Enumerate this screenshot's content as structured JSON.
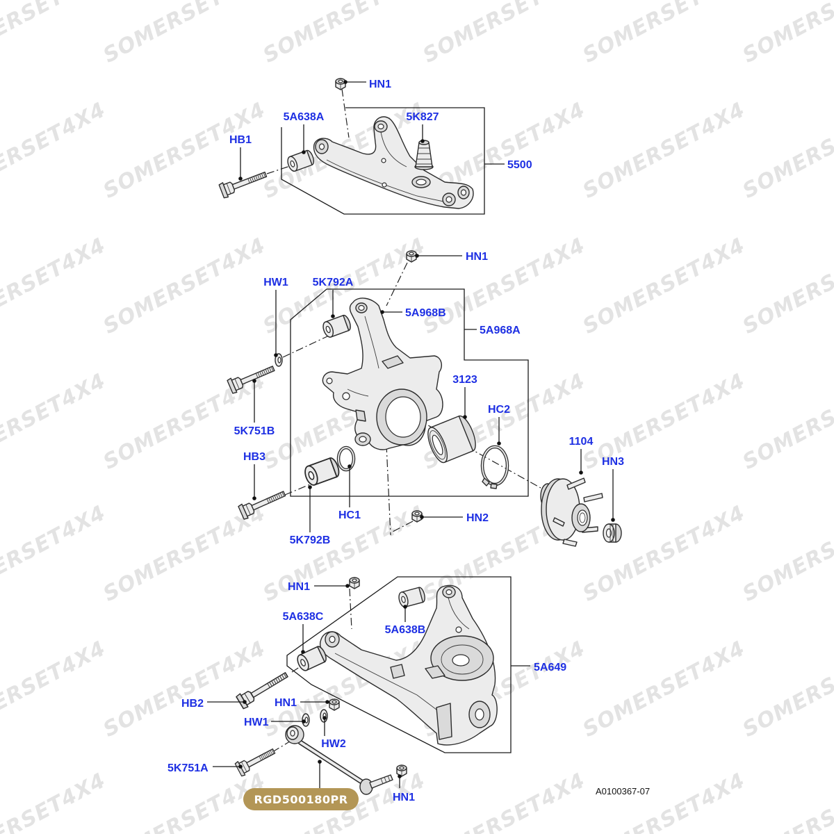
{
  "watermark": "SOMERSET4X4",
  "upper_arm": {
    "hn1": "HN1",
    "bushing": "5A638A",
    "bump_stop": "5K827",
    "bolt": "HB1",
    "arm": "5500"
  },
  "knuckle": {
    "hn1": "HN1",
    "hw1": "HW1",
    "bushing_upper": "5K792A",
    "knuckle": "5A968B",
    "knuckle_assembly": "5A968A",
    "bearing": "3123",
    "circlip_outer": "HC2",
    "bolt_upper": "5K751B",
    "hub": "1104",
    "bolt_lower": "HB3",
    "hub_nut": "HN3",
    "circlip_inner": "HC1",
    "hn2": "HN2",
    "bushing_lower": "5K792B"
  },
  "lower_arm": {
    "hn1_top": "HN1",
    "bushing_front": "5A638C",
    "bushing_rear": "5A638B",
    "arm": "5A649",
    "bolt": "HB2",
    "hn1_link": "HN1",
    "hw1": "HW1",
    "hw2": "HW2",
    "link_bolt": "5K751A",
    "hn1_bottom": "HN1"
  },
  "part_number_badge": "RGD500180PR",
  "illustration_id": "A0100367-07",
  "colors": {
    "label": "#1d2fe3",
    "badge": "#b39656",
    "badge_text": "#ffffff",
    "watermark": "#e3e3e3"
  }
}
